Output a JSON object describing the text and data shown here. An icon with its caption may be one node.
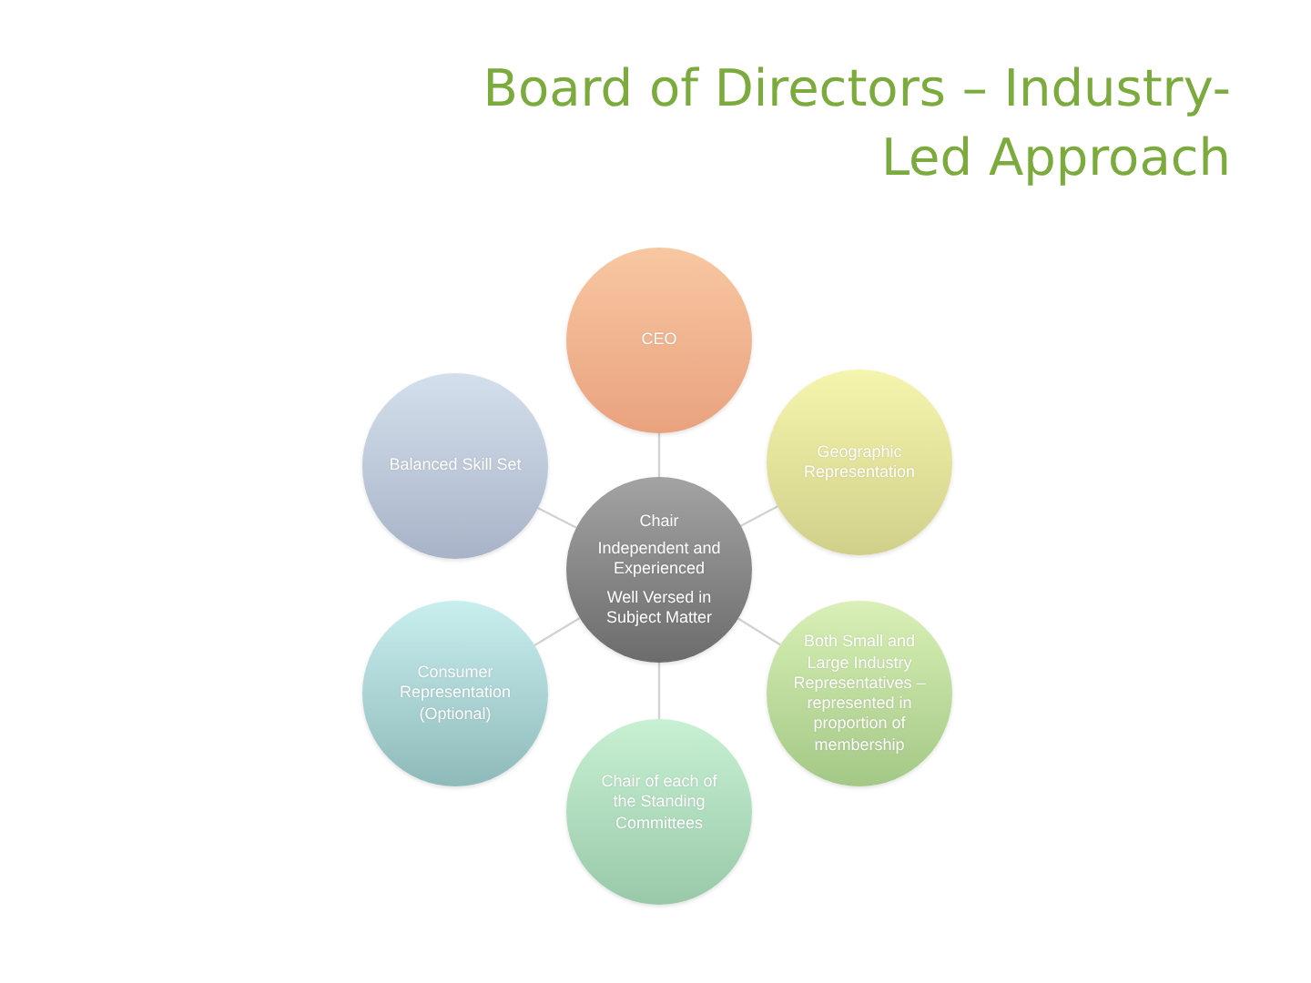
{
  "diagram": {
    "title": "Board of Directors – Industry-Led Approach",
    "nodes": [
      {
        "text": [
          "CEO"
        ]
      },
      {
        "text": [
          "Balanced Skill Set"
        ]
      },
      {
        "text": [
          "Geographic Representation"
        ]
      },
      {
        "text": [
          "Chair",
          "Independent and Experienced",
          "Well Versed in Subject Matter"
        ]
      },
      {
        "text": [
          "Consumer Representation (Optional)"
        ]
      },
      {
        "text": [
          "Both Small and Large Industry Representatives – represented in proportion of membership"
        ]
      },
      {
        "text": [
          "Chair of each of the Standing Committees"
        ]
      }
    ],
    "edges": [
      {
        "from": 3,
        "to": 0,
        "arrow": "none"
      },
      {
        "from": 3,
        "to": 1,
        "arrow": "none"
      },
      {
        "from": 3,
        "to": 2,
        "arrow": "none"
      },
      {
        "from": 3,
        "to": 4,
        "arrow": "none"
      },
      {
        "from": 3,
        "to": 5,
        "arrow": "none"
      },
      {
        "from": 3,
        "to": 6,
        "arrow": "none"
      }
    ]
  }
}
